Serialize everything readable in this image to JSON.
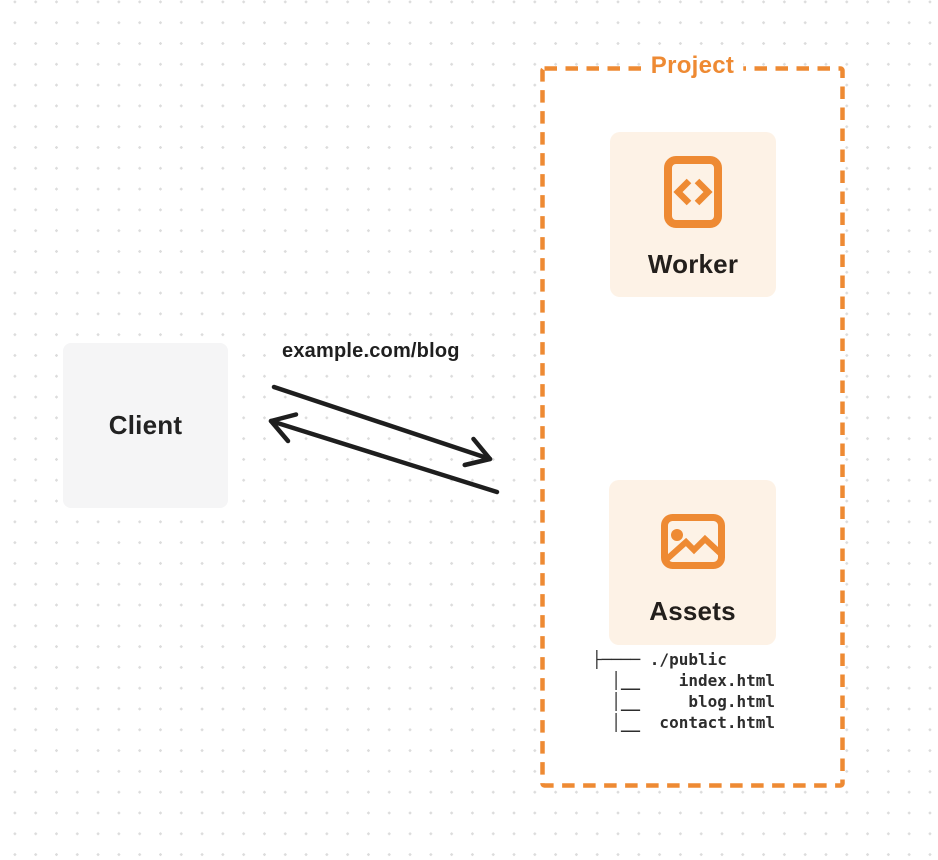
{
  "diagram": {
    "client": {
      "label": "Client"
    },
    "request": {
      "url_label": "example.com/blog"
    },
    "project": {
      "label": "Project",
      "nodes": [
        {
          "id": "worker",
          "label": "Worker",
          "icon": "code-file-icon"
        },
        {
          "id": "assets",
          "label": "Assets",
          "icon": "image-icon"
        }
      ],
      "file_tree": {
        "lines": [
          "├──── ./public",
          "  │__    index.html",
          "  │__     blog.html",
          "  │__  contact.html"
        ]
      }
    },
    "colors": {
      "accent_orange": "#EE8A33",
      "card_background": "#FDF2E6",
      "client_background": "#F5F5F6",
      "arrow_black": "#1E1E1E",
      "dot_gray": "#DCDCDC",
      "label_dark": "#222222",
      "tree_text": "#2D2D2D"
    }
  }
}
